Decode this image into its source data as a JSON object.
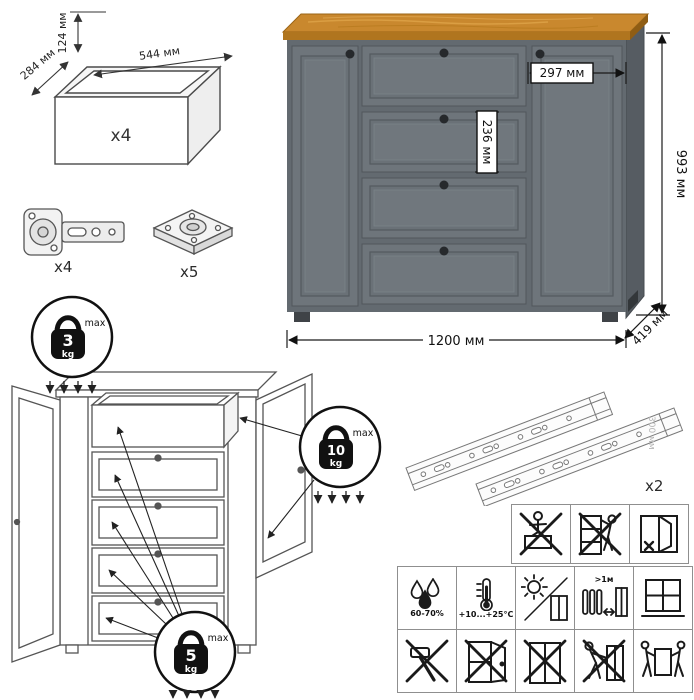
{
  "product": {
    "type": "chest-of-drawers-spec-sheet"
  },
  "drawer_box": {
    "height": "124 мм",
    "width": "544 мм",
    "depth": "284 мм",
    "count": "x4"
  },
  "hardware": {
    "hinge": {
      "count": "x4"
    },
    "leg": {
      "count": "x5"
    }
  },
  "dresser": {
    "width": "1200 мм",
    "height": "993 мм",
    "depth": "419 мм",
    "door_width": "297 мм",
    "drawer_front_height": "236 мм",
    "colors": {
      "front": "#6e757b",
      "carcass": "#636a70",
      "side": "#565c62",
      "top": "#c9882e",
      "knob": "#26292c"
    }
  },
  "load_limits": {
    "top_surface": {
      "value": "3",
      "unit": "kg",
      "note": "max"
    },
    "shelf": {
      "value": "10",
      "unit": "kg",
      "note": "max"
    },
    "drawer": {
      "value": "5",
      "unit": "kg",
      "note": "max"
    }
  },
  "slides": {
    "count": "x2",
    "length": "300 мм"
  },
  "care": {
    "humidity": "60-70%",
    "temperature": "+10...+25°С",
    "heat_distance": ">1м"
  },
  "pictograms": {
    "row1": [
      "no-standing-on-drawers",
      "no-climbing",
      "no-open-window"
    ],
    "row2": [
      "humidity-range",
      "temperature-range",
      "avoid-direct-sunlight",
      "heat-source-distance",
      "ventilated-room"
    ],
    "row3": [
      "no-impact-tools",
      "no-hanging-on-doors",
      "no-leaning",
      "no-dragging",
      "carry-with-two-people"
    ]
  }
}
